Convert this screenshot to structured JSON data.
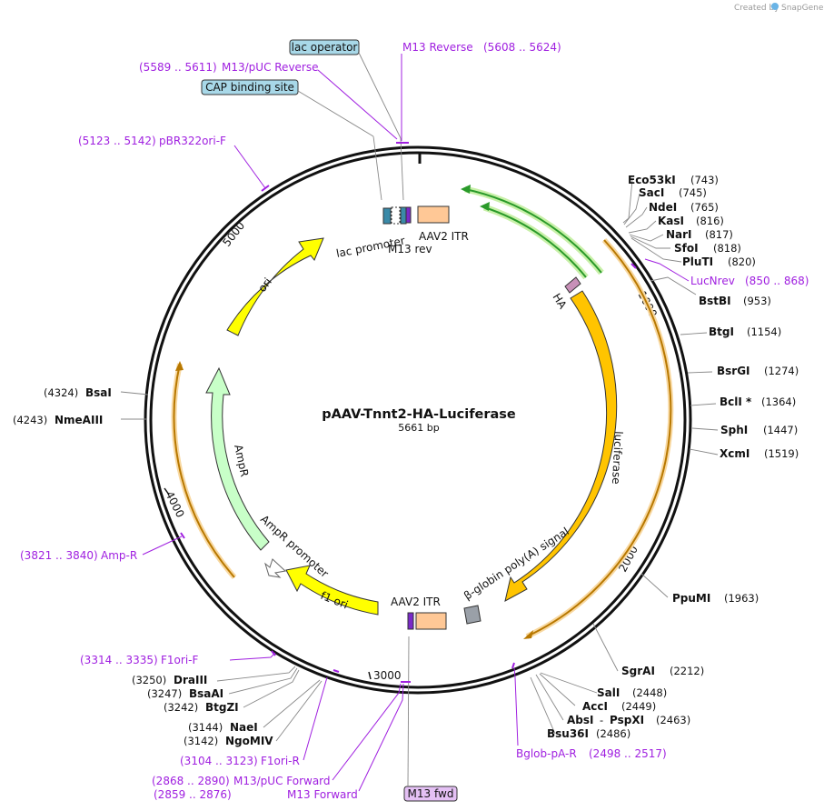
{
  "header": {
    "created_by": "Created by",
    "brand": "SnapGene"
  },
  "map": {
    "name": "pAAV-Tnnt2-HA-Luciferase",
    "length": "5661 bp"
  },
  "ticks": [
    "1000",
    "2000",
    "3000",
    "4000",
    "5000"
  ],
  "features": {
    "lac_promoter": "lac promoter",
    "m13_rev": "M13 rev",
    "aav2_itr_top": "AAV2 ITR",
    "aav2_itr_bottom": "AAV2 ITR",
    "ha": "HA",
    "luciferase": "luciferase",
    "globin": "β-globin poly(A) signal",
    "f1_ori": "f1 ori",
    "ampr_promoter": "AmpR promoter",
    "ampr": "AmpR",
    "ori": "ori"
  },
  "boxed_labels": {
    "lac_operator": "lac operator",
    "cap_site": "CAP binding site",
    "m13_fwd": "M13 fwd"
  },
  "primers": {
    "m13_reverse": {
      "name": "M13 Reverse",
      "range": "(5608 .. 5624)"
    },
    "m13_puc_reverse": {
      "name": "M13/pUC Reverse",
      "range": "(5589 .. 5611)"
    },
    "pbr322ori": {
      "name": "pBR322ori-F",
      "range": "(5123 .. 5142)"
    },
    "lucnrev": {
      "name": "LucNrev",
      "range": "(850 .. 868)"
    },
    "amp_r": {
      "name": "Amp-R",
      "range": "(3821 .. 3840)"
    },
    "f1ori_f": {
      "name": "F1ori-F",
      "range": "(3314 .. 3335)"
    },
    "f1ori_r": {
      "name": "F1ori-R",
      "range": "(3104 .. 3123)"
    },
    "m13_puc_forward": {
      "name": "M13/pUC Forward",
      "range": "(2868 .. 2890)"
    },
    "m13_forward": {
      "name": "M13 Forward",
      "range": "(2859 .. 2876)"
    },
    "bglob": {
      "name": "Bglob-pA-R",
      "range": "(2498 .. 2517)"
    }
  },
  "enzymes_right": [
    {
      "name": "Eco53kI",
      "pos": "(743)"
    },
    {
      "name": "SacI",
      "pos": "(745)"
    },
    {
      "name": "NdeI",
      "pos": "(765)"
    },
    {
      "name": "KasI",
      "pos": "(816)"
    },
    {
      "name": "NarI",
      "pos": "(817)"
    },
    {
      "name": "SfoI",
      "pos": "(818)"
    },
    {
      "name": "PluTI",
      "pos": "(820)"
    },
    {
      "name": "BstBI",
      "pos": "(953)"
    },
    {
      "name": "BtgI",
      "pos": "(1154)"
    },
    {
      "name": "BsrGI",
      "pos": "(1274)"
    },
    {
      "name": "BclI *",
      "pos": "(1364)"
    },
    {
      "name": "SphI",
      "pos": "(1447)"
    },
    {
      "name": "XcmI",
      "pos": "(1519)"
    },
    {
      "name": "PpuMI",
      "pos": "(1963)"
    },
    {
      "name": "SgrAI",
      "pos": "(2212)"
    },
    {
      "name": "SalI",
      "pos": "(2448)"
    },
    {
      "name": "AccI",
      "pos": "(2449)"
    },
    {
      "name": "AbsI",
      "pos": "(2463)"
    },
    {
      "name": "PspXI",
      "pos": ""
    },
    {
      "name": "Bsu36I",
      "pos": "(2486)"
    }
  ],
  "enzymes_left": [
    {
      "name": "BsaI",
      "pos": "(4324)"
    },
    {
      "name": "NmeAIII",
      "pos": "(4243)"
    },
    {
      "name": "DraIII",
      "pos": "(3250)"
    },
    {
      "name": "BsaAI",
      "pos": "(3247)"
    },
    {
      "name": "BtgZI",
      "pos": "(3242)"
    },
    {
      "name": "NaeI",
      "pos": "(3144)"
    },
    {
      "name": "NgoMIV",
      "pos": "(3142)"
    }
  ],
  "colors": {
    "backbone": "#111111",
    "luciferase": "#ffc400",
    "ori": "#ffff00",
    "ampr": "#c8ffc8",
    "itr": "#ffc896",
    "primer": "#a020e0",
    "feature_box": "#a8d8e8",
    "green_arrow": "#2a9a2a",
    "orange_arrow": "#b87800"
  }
}
